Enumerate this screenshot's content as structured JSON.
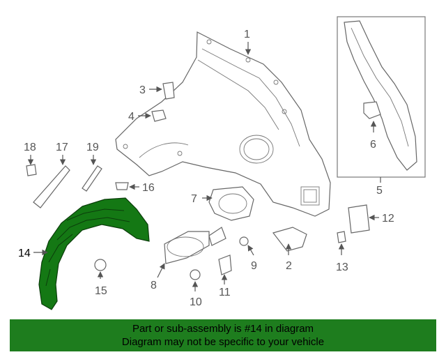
{
  "highlight_color": "#147814",
  "banner_color": "#1e7d1e",
  "callouts": {
    "c1": "1",
    "c2": "2",
    "c3": "3",
    "c4": "4",
    "c5": "5",
    "c6": "6",
    "c7": "7",
    "c8": "8",
    "c9": "9",
    "c10": "10",
    "c11": "11",
    "c12": "12",
    "c13": "13",
    "c14": "14",
    "c15": "15",
    "c16": "16",
    "c17": "17",
    "c18": "18",
    "c19": "19"
  },
  "highlighted_part": "14",
  "banner": {
    "line1": "Part or sub-assembly is #14 in diagram",
    "line2": "Diagram may not be specific to your vehicle"
  }
}
